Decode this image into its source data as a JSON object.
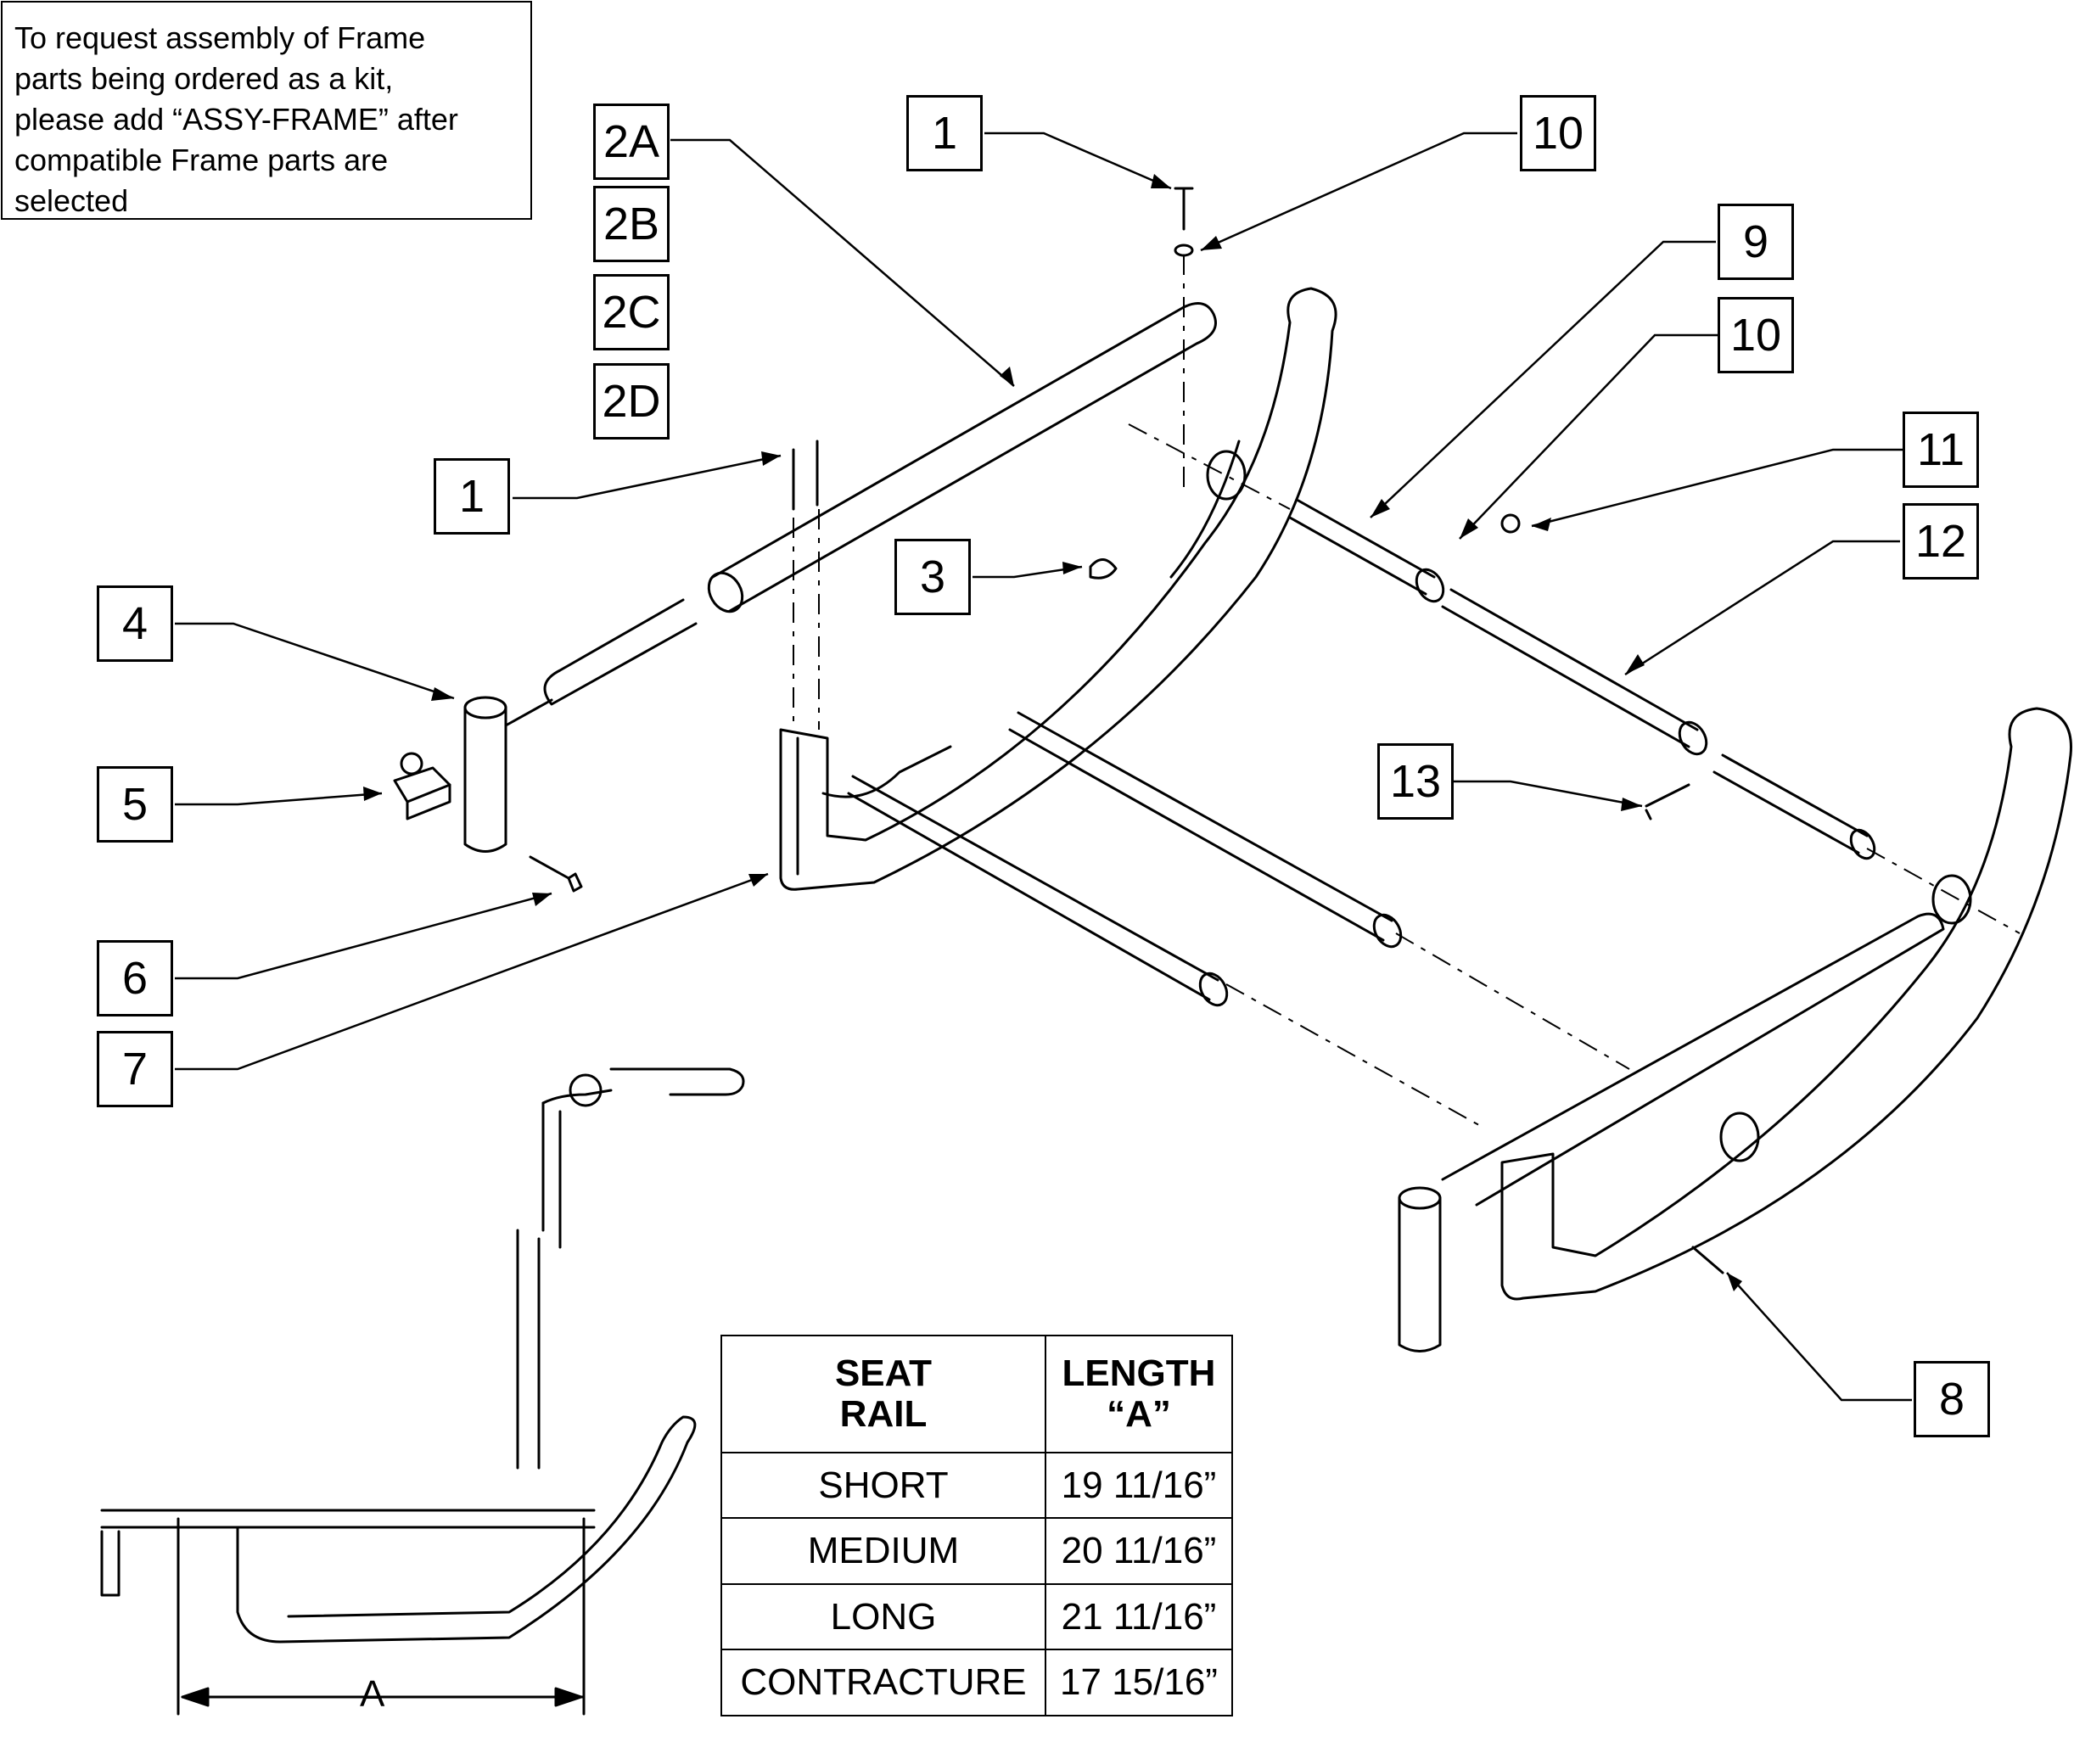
{
  "note": {
    "lines": [
      "To request assembly of Frame",
      "parts being ordered as a kit,",
      "please add “ASSY-FRAME” after",
      "compatible Frame parts are",
      "selected"
    ]
  },
  "callouts": [
    "1",
    "10",
    "2A",
    "2B",
    "2C",
    "2D",
    "9",
    "10",
    "11",
    "12",
    "1",
    "3",
    "4",
    "5",
    "6",
    "7",
    "13",
    "8"
  ],
  "table": {
    "headers": [
      "SEAT\nRAIL",
      "LENGTH\n“A”"
    ],
    "rows": [
      [
        "SHORT",
        "19 11/16”"
      ],
      [
        "MEDIUM",
        "20 11/16”"
      ],
      [
        "LONG",
        "21 11/16”"
      ],
      [
        "CONTRACTURE",
        "17 15/16”"
      ]
    ]
  },
  "dimension": {
    "label": "A"
  }
}
